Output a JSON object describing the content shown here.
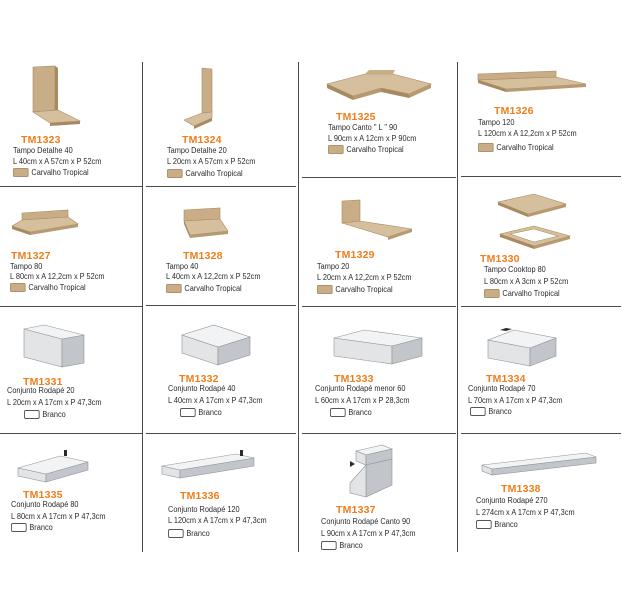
{
  "colors": {
    "accent_code": "#f07d1a",
    "text": "#2b2b2b",
    "divider": "#4a4a4a",
    "wood": "#c9ad86",
    "gray": "#c9cccf"
  },
  "products": [
    {
      "code": "TM1323",
      "name": "Tampo Detalhe 40",
      "dims": "L 40cm x A 57cm x P 52cm",
      "finish": "Carvalho Tropical",
      "swatch": "wood",
      "icon": "wood-l-panel-icon"
    },
    {
      "code": "TM1324",
      "name": "Tampo Detalhe 20",
      "dims": "L 20cm x A 57cm x P 52cm",
      "finish": "Carvalho Tropical",
      "swatch": "wood",
      "icon": "wood-l-panel-narrow-icon"
    },
    {
      "code": "TM1325",
      "name": "Tampo Canto \" L \" 90",
      "dims": "L 90cm x A 12cm x P 90cm",
      "finish": "Carvalho Tropical",
      "swatch": "wood",
      "icon": "wood-corner-top-icon"
    },
    {
      "code": "TM1326",
      "name": "Tampo 120",
      "dims": "L 120cm x A 12,2cm x P 52cm",
      "finish": "Carvalho Tropical",
      "swatch": "wood",
      "icon": "wood-long-top-icon"
    },
    {
      "code": "TM1327",
      "name": "Tampo 80",
      "dims": "L 80cm x A 12,2cm x P 52cm",
      "finish": "Carvalho Tropical",
      "swatch": "wood",
      "icon": "wood-top-80-icon"
    },
    {
      "code": "TM1328",
      "name": "Tampo 40",
      "dims": "L 40cm x A 12,2cm x P 52cm",
      "finish": "Carvalho Tropical",
      "swatch": "wood",
      "icon": "wood-top-40-icon"
    },
    {
      "code": "TM1329",
      "name": "Tampo 20",
      "dims": "L 20cm x A 12,2cm x P 52cm",
      "finish": "Carvalho Tropical",
      "swatch": "wood",
      "icon": "wood-top-20-icon"
    },
    {
      "code": "TM1330",
      "name": "Tampo Cooktop 80",
      "dims": "L 80cm x A 3cm x P 52cm",
      "finish": "Carvalho Tropical",
      "swatch": "wood",
      "icon": "wood-cooktop-tray-icon"
    },
    {
      "code": "TM1331",
      "name": "Conjunto Rodapé 20",
      "dims": "L 20cm x A 17cm x P 47,3cm",
      "finish": "Branco",
      "swatch": "white",
      "icon": "white-baseboard-20-icon"
    },
    {
      "code": "TM1332",
      "name": "Conjunto Rodapé 40",
      "dims": "L 40cm x A 17cm x P 47,3cm",
      "finish": "Branco",
      "swatch": "white",
      "icon": "white-baseboard-40-icon"
    },
    {
      "code": "TM1333",
      "name": "Conjunto Rodapé menor 60",
      "dims": "L 60cm x A 17cm x P 28,3cm",
      "finish": "Branco",
      "swatch": "white",
      "icon": "white-baseboard-60-icon"
    },
    {
      "code": "TM1334",
      "name": "Conjunto Rodapé 70",
      "dims": "L 70cm x A 17cm x P 47,3cm",
      "finish": "Branco",
      "swatch": "white",
      "icon": "white-baseboard-70-icon"
    },
    {
      "code": "TM1335",
      "name": "Conjunto Rodapé 80",
      "dims": "L 80cm x A 17cm x P 47,3cm",
      "finish": "Branco",
      "swatch": "white",
      "icon": "white-baseboard-80-icon"
    },
    {
      "code": "TM1336",
      "name": "Conjunto Rodapé 120",
      "dims": "L 120cm x A 17cm x P 47,3cm",
      "finish": "Branco",
      "swatch": "white",
      "icon": "white-baseboard-120-icon"
    },
    {
      "code": "TM1337",
      "name": "Conjunto Rodapé Canto 90",
      "dims": "L 90cm x A 17cm x P 47,3cm",
      "finish": "Branco",
      "swatch": "white",
      "icon": "white-corner-baseboard-icon"
    },
    {
      "code": "TM1338",
      "name": "Conjunto Rodapé 270",
      "dims": "L 274cm x A 17cm x P 47,3cm",
      "finish": "Branco",
      "swatch": "white",
      "icon": "white-baseboard-270-icon"
    }
  ]
}
